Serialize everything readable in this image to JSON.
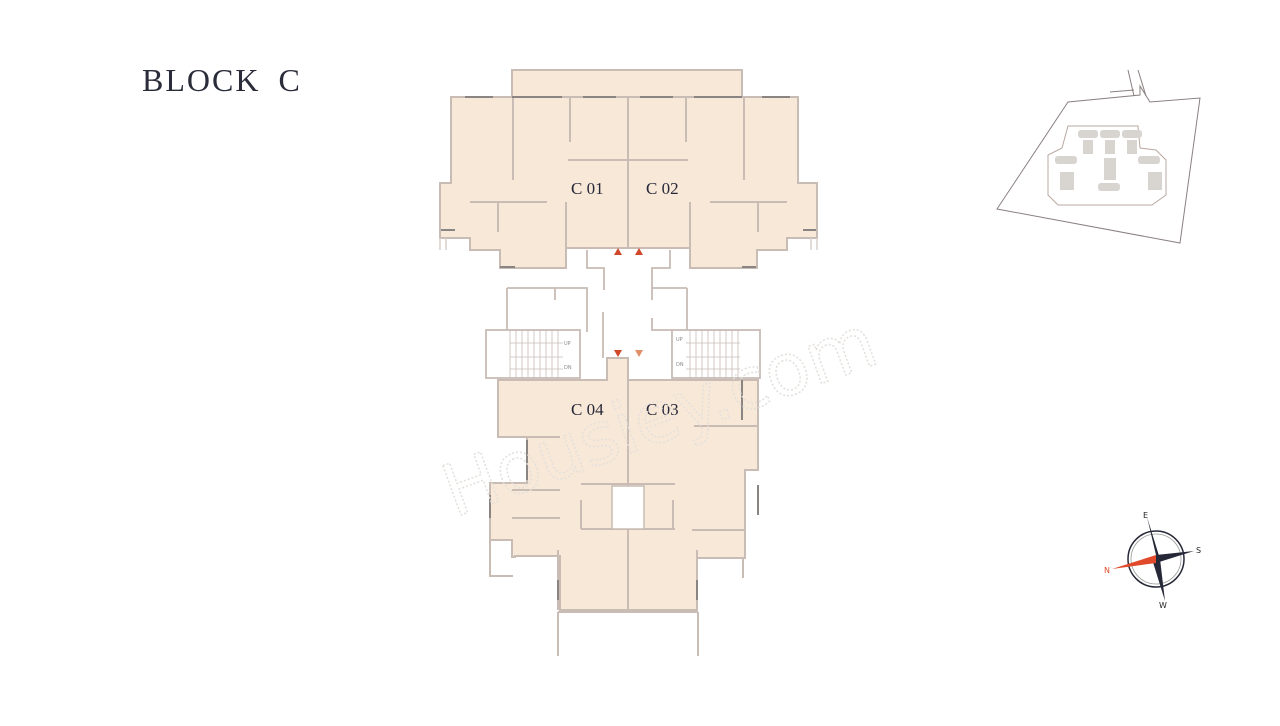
{
  "title": {
    "word": "BLOCK",
    "letter": "C"
  },
  "units": [
    {
      "id": "C01",
      "label": "C 01"
    },
    {
      "id": "C02",
      "label": "C 02"
    },
    {
      "id": "C03",
      "label": "C 03"
    },
    {
      "id": "C04",
      "label": "C 04"
    }
  ],
  "stairs": {
    "up_label": "UP",
    "down_label": "DN"
  },
  "watermark": "Housiey.com",
  "compass": {
    "north": "N",
    "south": "S",
    "east": "E",
    "west": "W"
  },
  "colors": {
    "floor_fill": "#f8e8d8",
    "wall": "#c8bcb4",
    "window": "#8a8482",
    "entry_marker": "#d0472a",
    "entry_marker_light": "#e0906a",
    "north_arrow": "#e04a2a",
    "compass_dark": "#262838",
    "title": "#2a2c3a"
  }
}
